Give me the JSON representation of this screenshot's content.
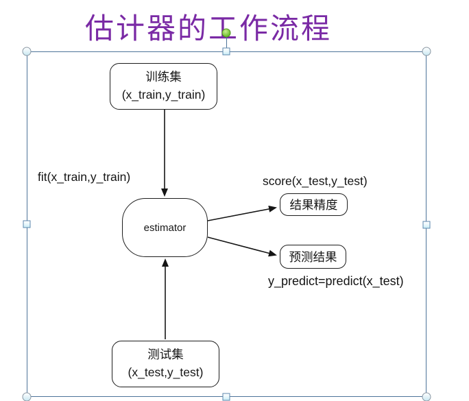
{
  "title": "估计器的工作流程",
  "colors": {
    "title": "#7a2aa5",
    "selection": "#4d7399",
    "rotate_handle": "#6fbf2f",
    "diagram_line": "#151515"
  },
  "diagram": {
    "train_box": {
      "line1": "训练集",
      "line2": "(x_train,y_train)"
    },
    "fit_label": "fit(x_train,y_train)",
    "estimator_label": "estimator",
    "score_label": "score(x_test,y_test)",
    "result_box_label": "结果精度",
    "predict_box_label": "预测结果",
    "y_predict_label": "y_predict=predict(x_test)",
    "test_box": {
      "line1": "测试集",
      "line2": "(x_test,y_test)"
    }
  }
}
